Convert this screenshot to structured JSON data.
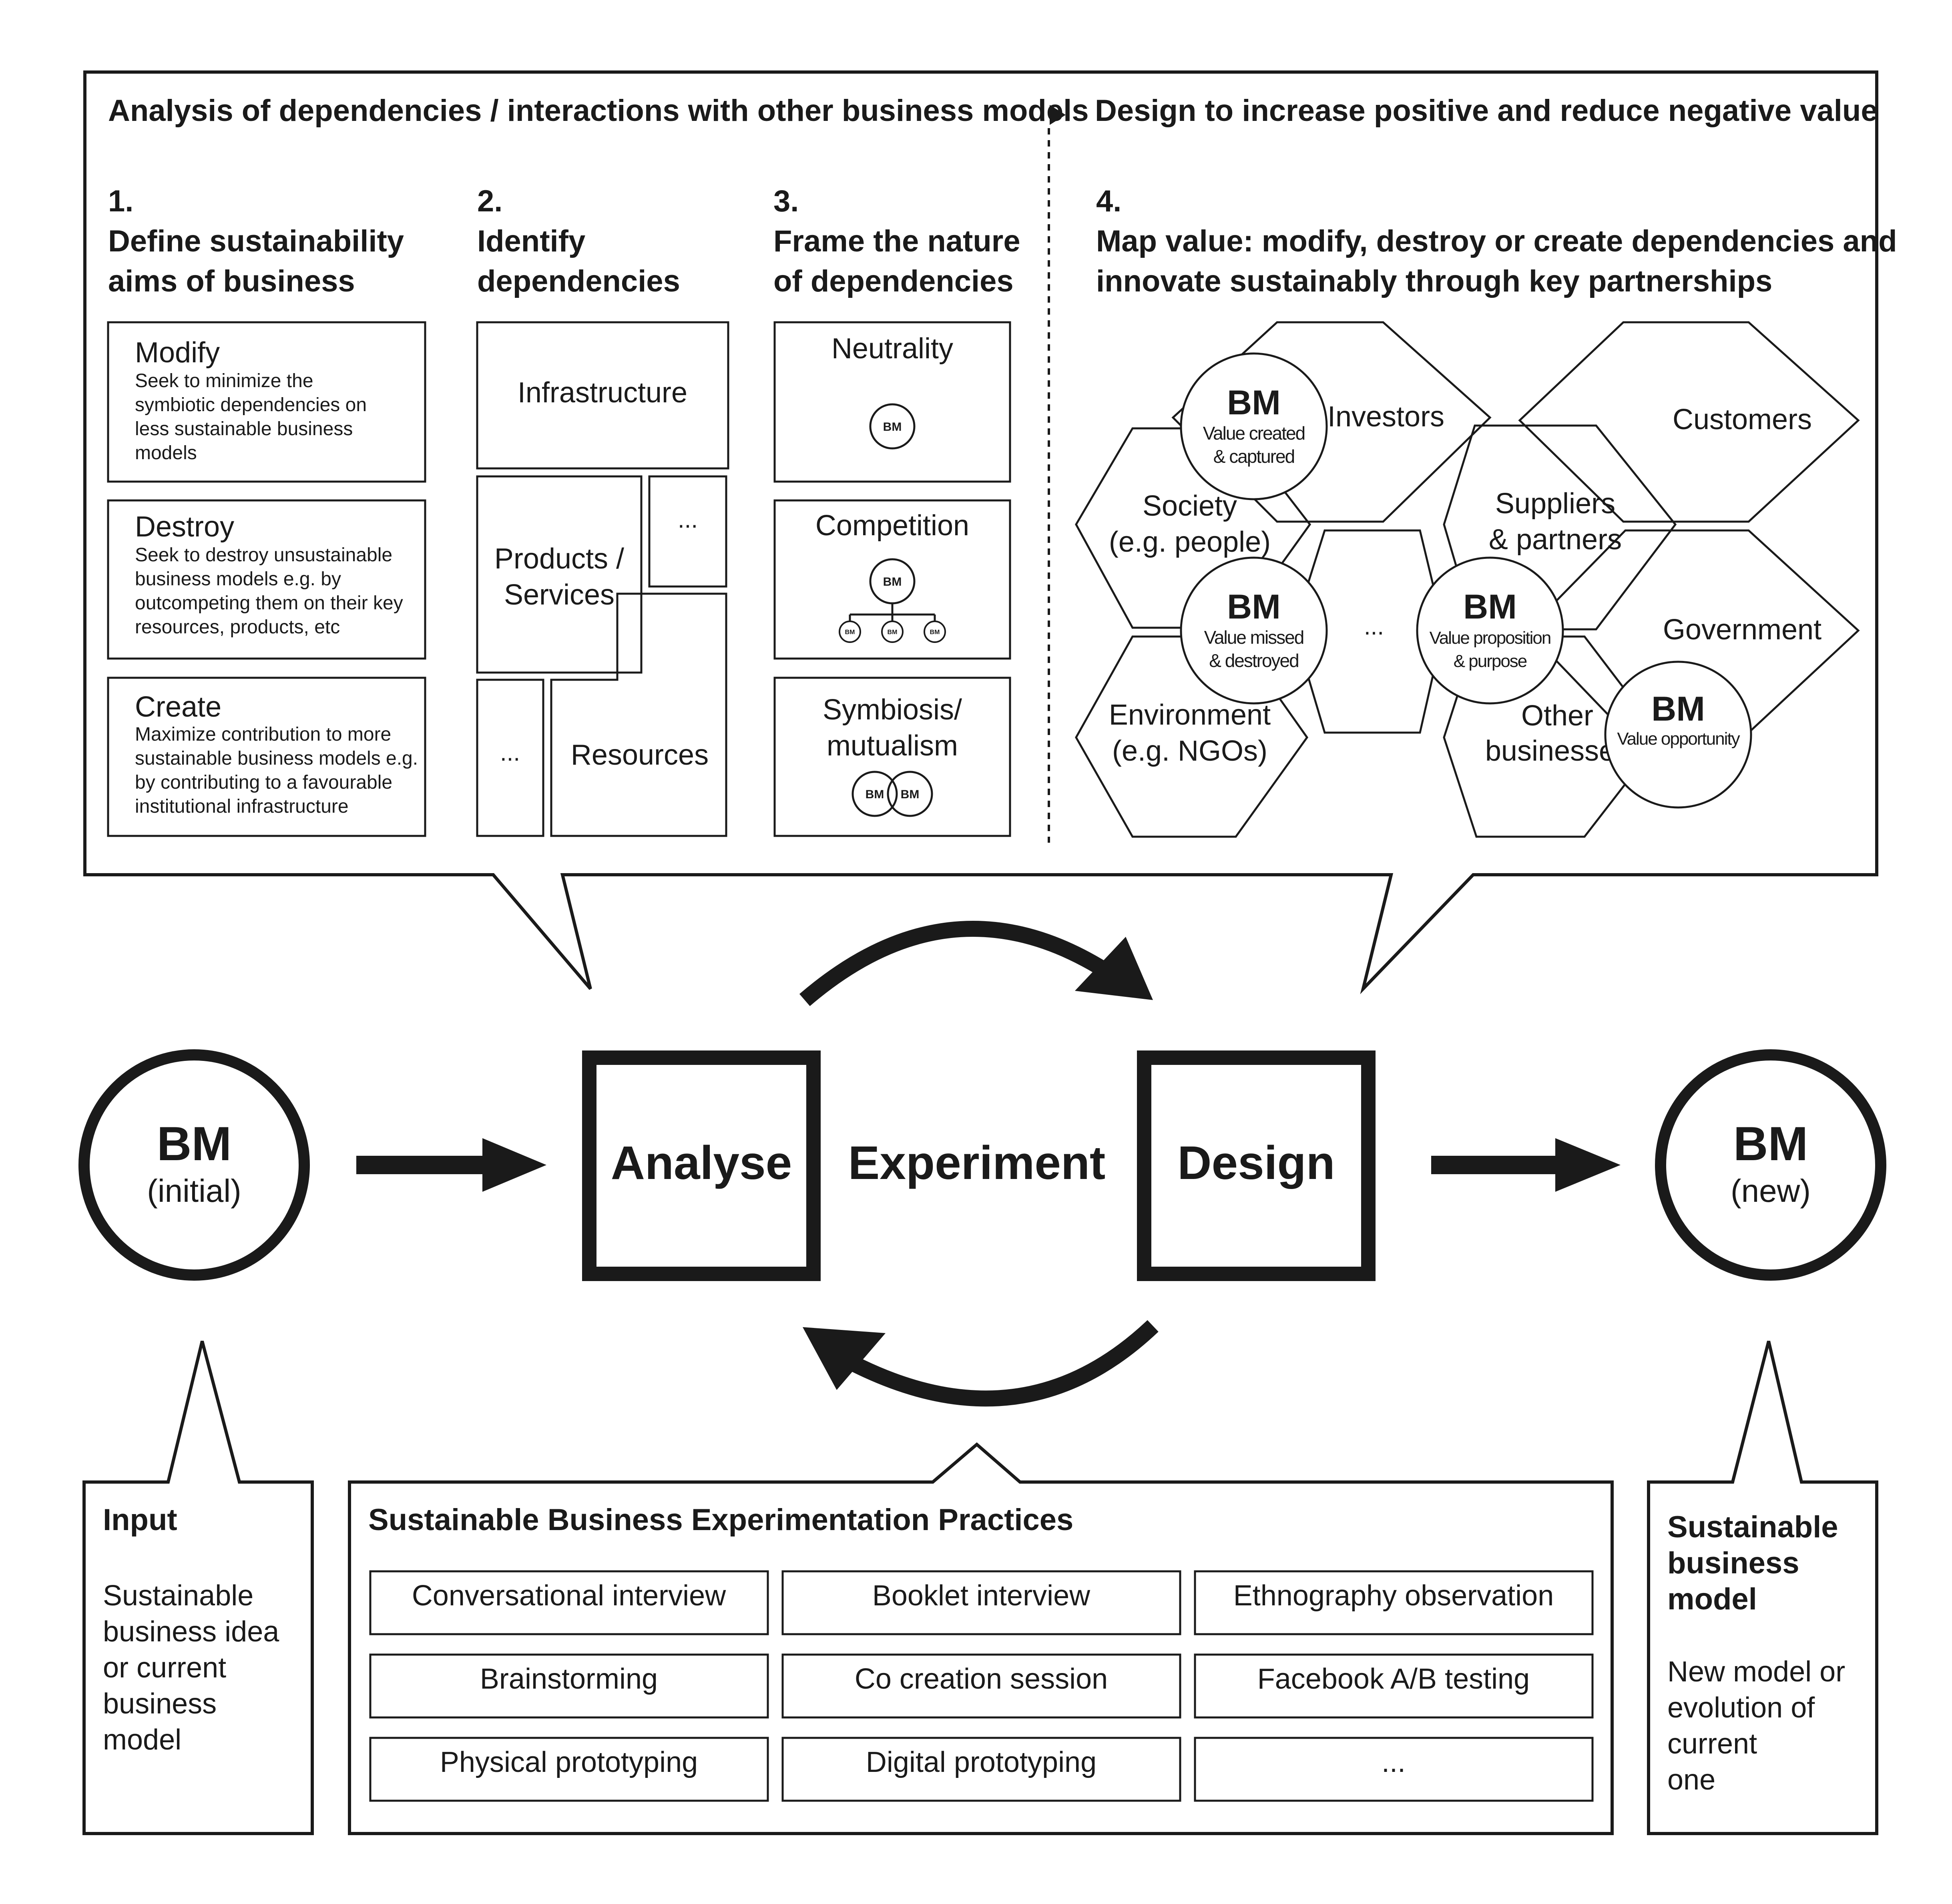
{
  "top_panel": {
    "left_heading": "Analysis of dependencies / interactions with other business models",
    "right_heading": "Design to increase positive and reduce negative value",
    "col1": {
      "num": "1.",
      "title_line1": "Define sustainability",
      "title_line2": "aims of business"
    },
    "col2": {
      "num": "2.",
      "title_line1": "Identify",
      "title_line2": "dependencies"
    },
    "col3": {
      "num": "3.",
      "title_line1": "Frame the nature",
      "title_line2": "of dependencies"
    },
    "col4": {
      "num": "4.",
      "title_line1": "Map value: modify, destroy or create dependencies and",
      "title_line2": "innovate sustainably through key partnerships"
    }
  },
  "aims": [
    {
      "title": "Modify",
      "lines": [
        "Seek to minimize the",
        "symbiotic dependencies on",
        "less sustainable business",
        "models"
      ]
    },
    {
      "title": "Destroy",
      "lines": [
        "Seek to destroy unsustainable",
        "business models e.g. by",
        "outcompeting them on their key",
        "resources, products, etc"
      ]
    },
    {
      "title": "Create",
      "lines": [
        "Maximize contribution to more",
        "sustainable business models e.g.",
        "by contributing to a favourable",
        "institutional infrastructure"
      ]
    }
  ],
  "dependencies": {
    "infrastructure": "Infrastructure",
    "products_l1": "Products /",
    "products_l2": "Services",
    "ellipsis_a": "...",
    "ellipsis_b": "...",
    "resources": "Resources"
  },
  "nature": {
    "neutrality": "Neutrality",
    "competition": "Competition",
    "symbiosis_l1": "Symbiosis/",
    "symbiosis_l2": "mutualism",
    "bm": "BM"
  },
  "hexagons": {
    "investors": "Investors",
    "customers": "Customers",
    "society_l1": "Society",
    "society_l2": "(e.g. people)",
    "suppliers_l1": "Suppliers",
    "suppliers_l2": "& partners",
    "middle": "...",
    "government": "Government",
    "environment_l1": "Environment",
    "environment_l2": "(e.g. NGOs)",
    "other_l1": "Other",
    "other_l2": "businesses"
  },
  "value_circles": [
    {
      "bm": "BM",
      "lines": [
        "Value created",
        "& captured"
      ]
    },
    {
      "bm": "BM",
      "lines": [
        "Value missed",
        "& destroyed"
      ]
    },
    {
      "bm": "BM",
      "lines": [
        "Value proposition",
        "& purpose"
      ]
    },
    {
      "bm": "BM",
      "lines": [
        "Value opportunity"
      ]
    }
  ],
  "flow": {
    "initial_bm": "BM",
    "initial_sub": "(initial)",
    "analyse": "Analyse",
    "experiment": "Experiment",
    "design": "Design",
    "new_bm": "BM",
    "new_sub": "(new)"
  },
  "input_box": {
    "title": "Input",
    "lines": [
      "Sustainable",
      "business idea",
      "or current",
      "business",
      "model"
    ]
  },
  "practices": {
    "title": "Sustainable Business Experimentation Practices",
    "items": [
      "Conversational  interview",
      "Booklet interview",
      "Ethnography  observation",
      "Brainstorming",
      "Co creation session",
      "Facebook A/B testing",
      "Physical prototyping",
      "Digital prototyping",
      "..."
    ]
  },
  "output_box": {
    "title_lines": [
      "Sustainable",
      "business",
      "model"
    ],
    "lines": [
      "New model or",
      "evolution of",
      "current",
      "one"
    ]
  }
}
